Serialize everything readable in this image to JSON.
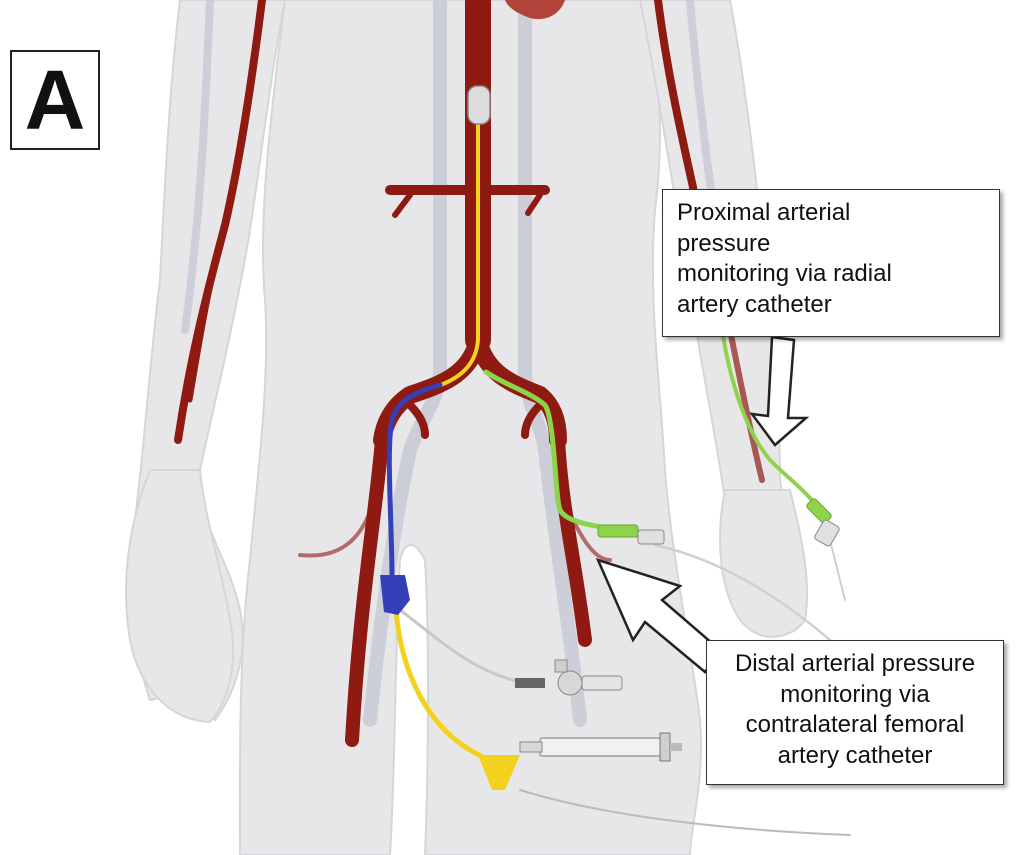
{
  "panel_label": "A",
  "callouts": {
    "proximal": {
      "lines": [
        "Proximal arterial",
        "pressure",
        "monitoring via radial",
        "artery catheter"
      ]
    },
    "distal": {
      "lines": [
        "Distal arterial pressure",
        "monitoring via",
        "contralateral femoral",
        "artery catheter"
      ]
    }
  },
  "colors": {
    "body": "#e6e6e8",
    "artery": "#8e1a12",
    "vein": "#c9cbd6",
    "catheter_yellow": "#f2d21e",
    "catheter_blue": "#3440b8",
    "catheter_green": "#8ed44a",
    "tube": "#cfcfcf"
  }
}
